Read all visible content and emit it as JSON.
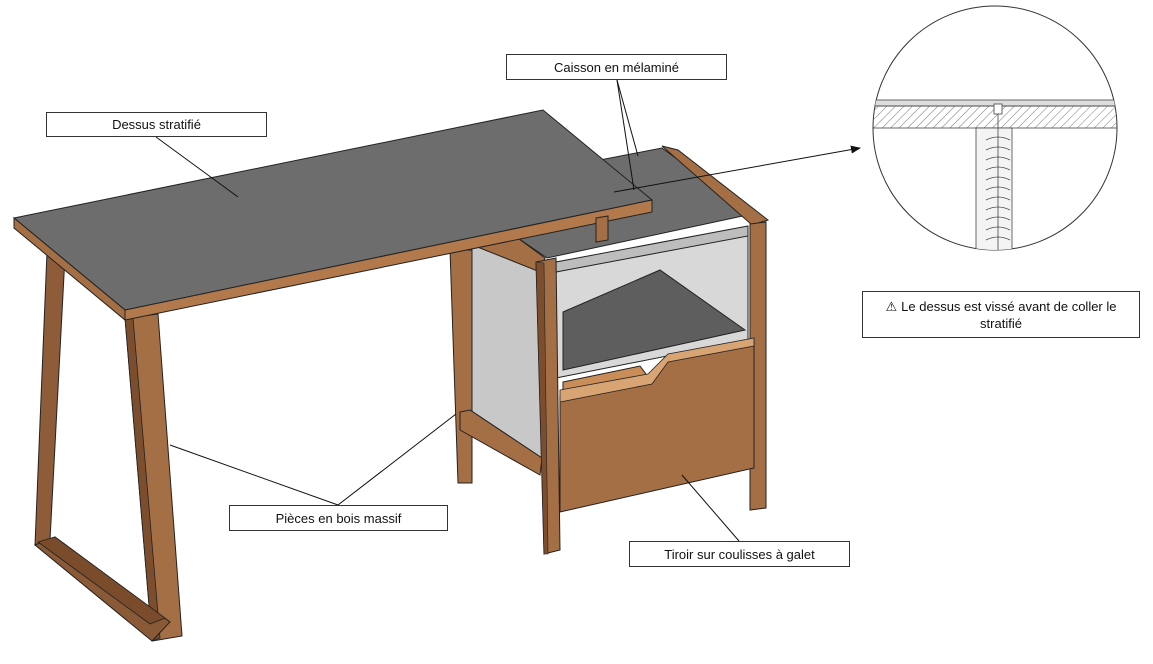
{
  "labels": {
    "dessus": "Dessus stratifié",
    "caisson": "Caisson en mélaminé",
    "bois": "Pièces en bois massif",
    "tiroir": "Tiroir sur coulisses à galet",
    "warning": "Le dessus est vissé avant de coller le stratifié"
  },
  "icons": {
    "warning": "⚠"
  },
  "colors": {
    "laminate_top": "#6d6d6d",
    "melamine": "#c9c9c9",
    "solid_wood": "#a56f45",
    "wood_dark": "#7c4e2d",
    "outline": "#222222"
  }
}
